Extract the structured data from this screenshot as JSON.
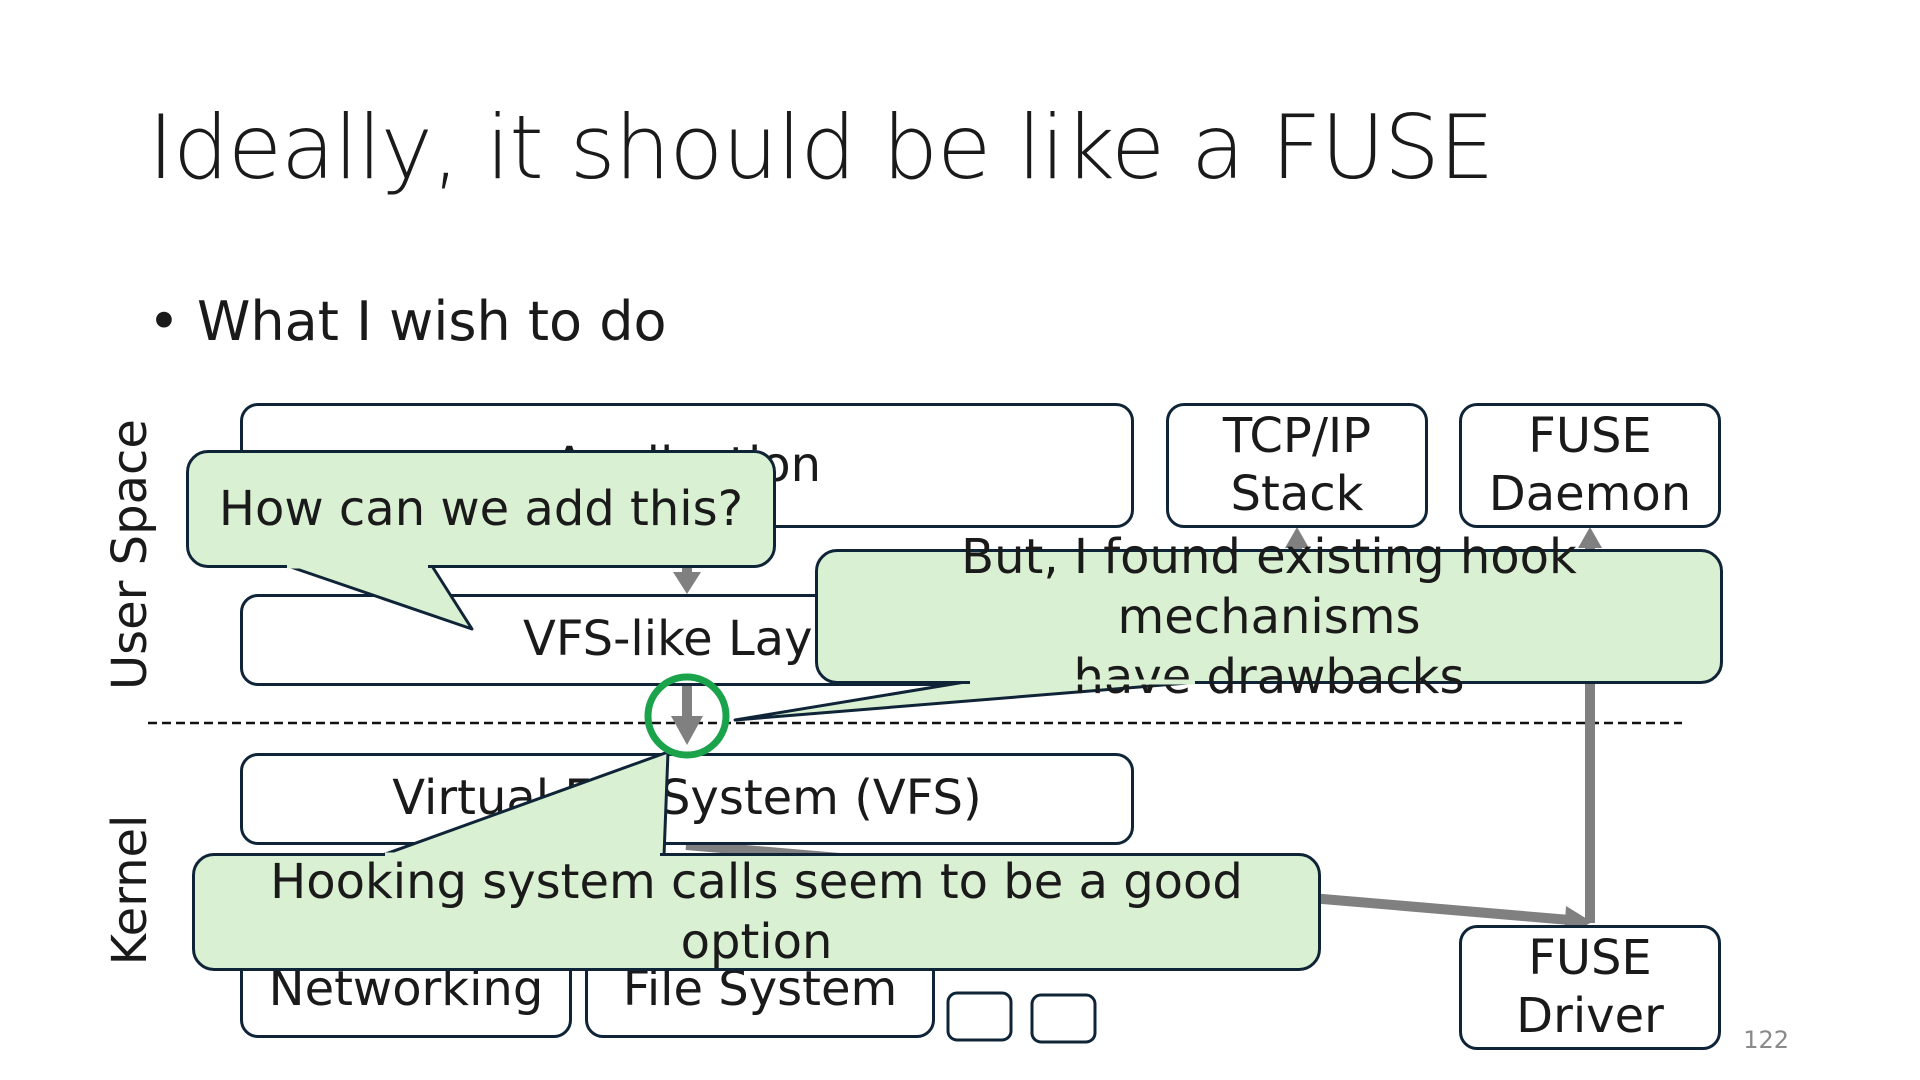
{
  "slide": {
    "title": "Ideally, it should be like a FUSE",
    "bullet": "• What I wish to do",
    "page_number": "122"
  },
  "regions": {
    "user_space": "User Space",
    "kernel": "Kernel"
  },
  "boxes": {
    "application": "Application",
    "tcpip_line1": "TCP/IP",
    "tcpip_line2": "Stack",
    "fuse_daemon_line1": "FUSE",
    "fuse_daemon_line2": "Daemon",
    "vfs_like_layer": "VFS-like Layer",
    "vfs": "Virtual File System (VFS)",
    "networking": "Networking",
    "file_system": "File System",
    "fuse_driver_line1": "FUSE",
    "fuse_driver_line2": "Driver"
  },
  "callouts": {
    "add_this": "How can we add this?",
    "drawbacks_line1": "But, I found existing hook mechanisms",
    "drawbacks_line2": "have drawbacks",
    "syscalls": "Hooking system calls seem to be a good option"
  },
  "colors": {
    "box_border": "#0f2537",
    "callout_fill": "#daf0d2",
    "arrow": "#808080",
    "highlight_circle": "#1aa34a"
  }
}
